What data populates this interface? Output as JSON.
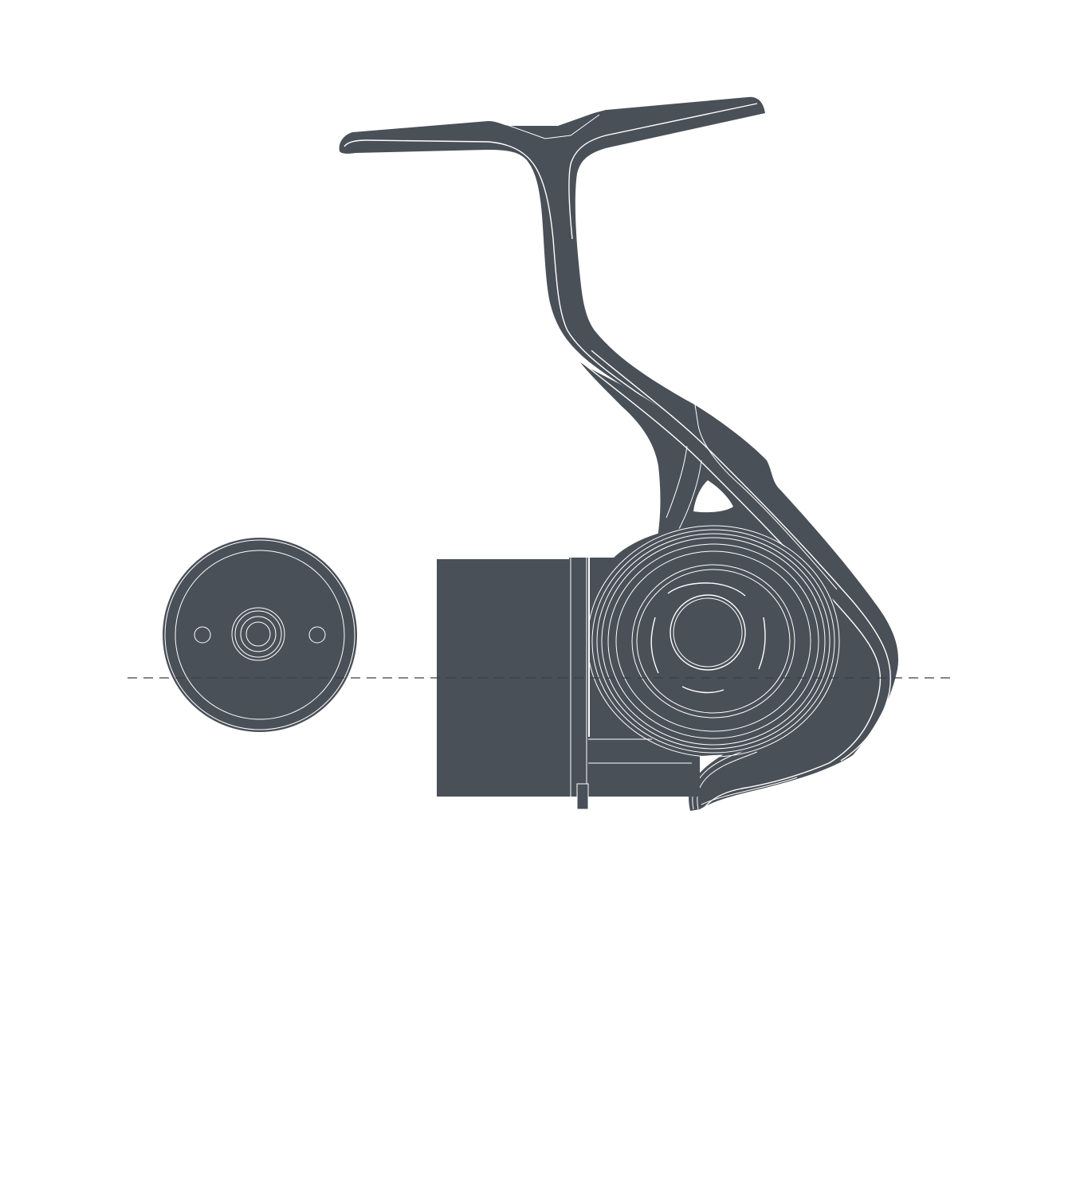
{
  "colors": {
    "body": "#4a5058",
    "highlight": "#ffffff",
    "background": "#ffffff",
    "axis_line": "#3a3f45"
  },
  "parts": [
    "spool-front-view",
    "spool",
    "spool-skirt-ring",
    "rotor-cup",
    "reel-body",
    "reel-foot",
    "rod-mount-foot",
    "center-axis-line"
  ]
}
